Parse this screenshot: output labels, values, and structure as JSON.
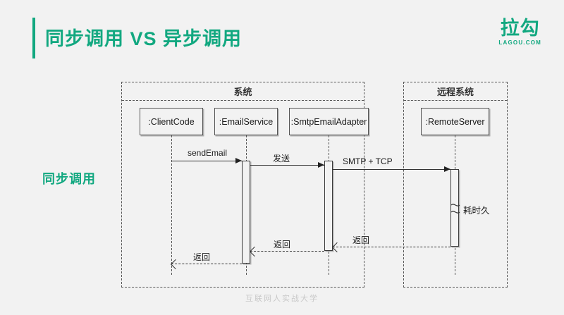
{
  "slide": {
    "title": "同步调用 VS 异步调用",
    "side_label": "同步调用",
    "footer": "互联网人实战大学",
    "accent_color": "#12a880",
    "background_color": "#f2f2f2"
  },
  "logo": {
    "cn": "拉勾",
    "en": "LAGOU.COM"
  },
  "diagram": {
    "frames": [
      {
        "id": "system",
        "label": "系统"
      },
      {
        "id": "remote",
        "label": "远程系统"
      }
    ],
    "lifelines": [
      {
        "id": "client",
        "label": ":ClientCode"
      },
      {
        "id": "email",
        "label": ":EmailService"
      },
      {
        "id": "smtp",
        "label": ":SmtpEmailAdapter"
      },
      {
        "id": "remote",
        "label": ":RemoteServer"
      }
    ],
    "messages": [
      {
        "id": "m1",
        "label": "sendEmail",
        "from": "client",
        "to": "email",
        "style": "solid",
        "direction": "right"
      },
      {
        "id": "m2",
        "label": "发送",
        "from": "email",
        "to": "smtp",
        "style": "solid",
        "direction": "right"
      },
      {
        "id": "m3",
        "label": "SMTP + TCP",
        "from": "smtp",
        "to": "remote",
        "style": "solid",
        "direction": "right"
      },
      {
        "id": "m4",
        "label": "返回",
        "from": "remote",
        "to": "smtp",
        "style": "dashed",
        "direction": "left"
      },
      {
        "id": "m5",
        "label": "返回",
        "from": "smtp",
        "to": "email",
        "style": "dashed",
        "direction": "left"
      },
      {
        "id": "m6",
        "label": "返回",
        "from": "email",
        "to": "client",
        "style": "dashed",
        "direction": "left"
      }
    ],
    "notes": [
      {
        "id": "slow",
        "label": "耗时久",
        "on": "remote"
      }
    ]
  }
}
